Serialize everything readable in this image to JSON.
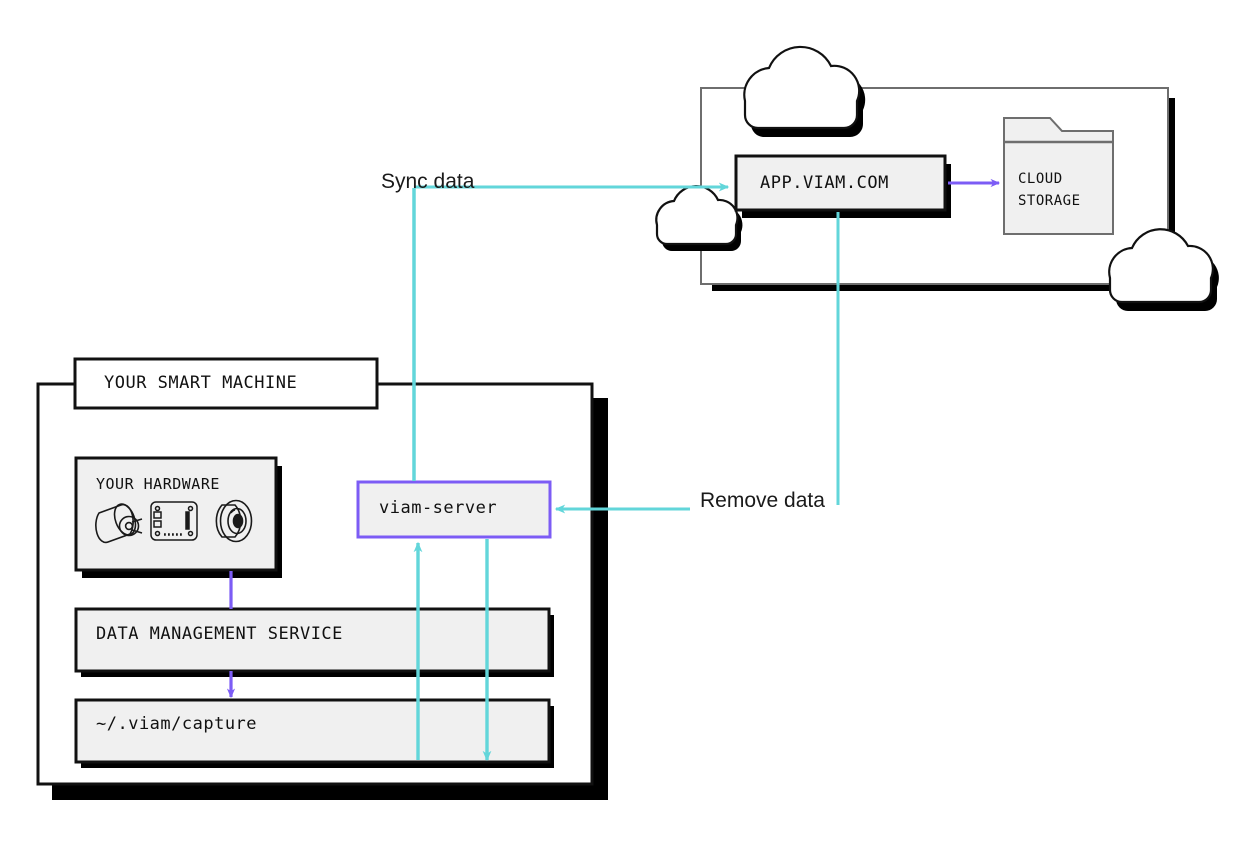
{
  "diagram": {
    "title": "Viam data management and sync architecture",
    "colors": {
      "teal": "#62d6da",
      "purple": "#7c5cf5",
      "box_fill": "#f0f0f0",
      "outline": "#111111",
      "cloud_border": "#6e6e6e",
      "shadow": "#000000",
      "background": "#ffffff"
    }
  },
  "cloud_region": {
    "name": "cloud-region",
    "nodes": {
      "app": {
        "label": "APP.VIAM.COM",
        "name": "app-viam-com-node"
      },
      "cloud_storage": {
        "label_line1": "CLOUD",
        "label_line2": "STORAGE",
        "name": "cloud-storage-node",
        "icon": "folder-icon"
      }
    },
    "clouds": [
      {
        "name": "cloud-shape-top",
        "icon": "cloud-icon"
      },
      {
        "name": "cloud-shape-left",
        "icon": "cloud-icon"
      },
      {
        "name": "cloud-shape-bottom-right",
        "icon": "cloud-icon"
      }
    ]
  },
  "machine": {
    "title": "YOUR SMART MACHINE",
    "hardware": {
      "title": "YOUR HARDWARE",
      "icons": [
        {
          "name": "motor-icon",
          "label": "motor"
        },
        {
          "name": "board-icon",
          "label": "board"
        },
        {
          "name": "camera-icon",
          "label": "camera"
        }
      ]
    },
    "data_management_service": "DATA MANAGEMENT SERVICE",
    "capture_directory": "~/.viam/capture",
    "viam_server": "viam-server"
  },
  "annotations": {
    "sync_data": "Sync data",
    "remove_data": "Remove data"
  },
  "edges": [
    {
      "name": "edge-sync-data-to-app",
      "color": "#62d6da",
      "from": "Sync data",
      "to": "APP.VIAM.COM"
    },
    {
      "name": "edge-sync-data-to-viam-server",
      "color": "#62d6da",
      "from": "Sync data",
      "to": "viam-server"
    },
    {
      "name": "edge-app-to-cloud-storage",
      "color": "#7c5cf5",
      "from": "APP.VIAM.COM",
      "to": "CLOUD STORAGE"
    },
    {
      "name": "edge-remove-data-to-viam-server",
      "color": "#62d6da",
      "from": "Remove data",
      "to": "viam-server"
    },
    {
      "name": "edge-capture-to-viam-server",
      "color": "#62d6da",
      "from": "~/.viam/capture",
      "to": "viam-server"
    },
    {
      "name": "edge-viam-server-to-capture",
      "color": "#62d6da",
      "from": "viam-server",
      "to": "~/.viam/capture"
    },
    {
      "name": "edge-hardware-to-dms",
      "color": "#7c5cf5",
      "from": "YOUR HARDWARE",
      "to": "DATA MANAGEMENT SERVICE"
    },
    {
      "name": "edge-dms-to-capture",
      "color": "#7c5cf5",
      "from": "DATA MANAGEMENT SERVICE",
      "to": "~/.viam/capture"
    }
  ]
}
